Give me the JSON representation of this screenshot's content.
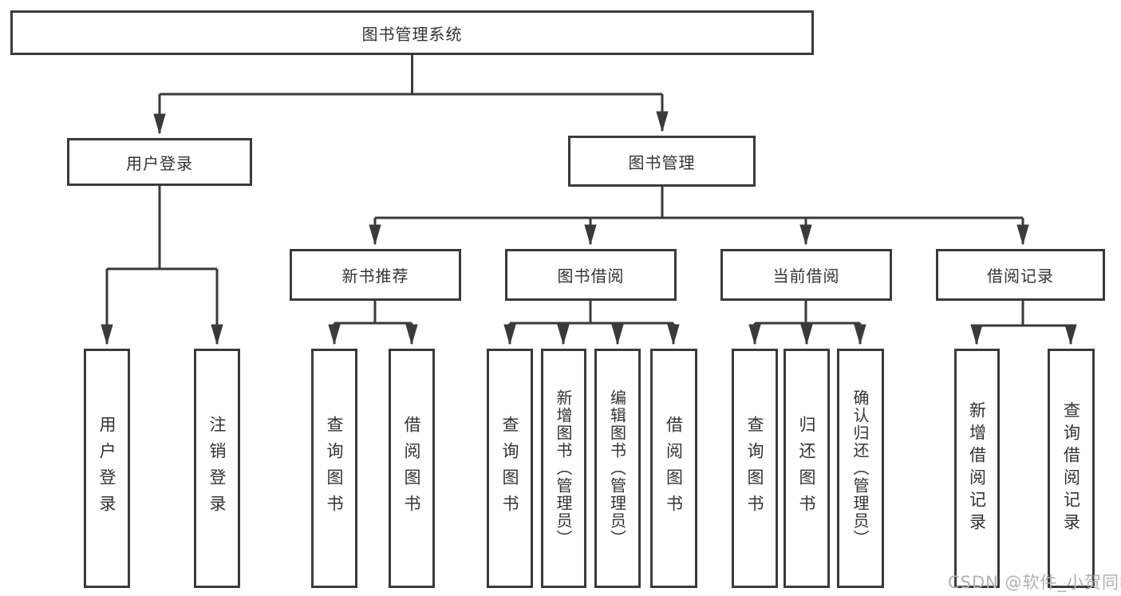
{
  "tree": {
    "root": {
      "label": "图书管理系统",
      "children": [
        {
          "label": "用户登录",
          "children": [
            {
              "label": "用户登录"
            },
            {
              "label": "注销登录"
            }
          ]
        },
        {
          "label": "图书管理",
          "children": [
            {
              "label": "新书推荐",
              "children": [
                {
                  "label": "查询图书"
                },
                {
                  "label": "借阅图书"
                }
              ]
            },
            {
              "label": "图书借阅",
              "children": [
                {
                  "label": "查询图书"
                },
                {
                  "label": "新增图书（管理员）"
                },
                {
                  "label": "编辑图书（管理员）"
                },
                {
                  "label": "借阅图书"
                }
              ]
            },
            {
              "label": "当前借阅",
              "children": [
                {
                  "label": "查询图书"
                },
                {
                  "label": "归还图书"
                },
                {
                  "label": "确认归还（管理员）"
                }
              ]
            },
            {
              "label": "借阅记录",
              "children": [
                {
                  "label": "新增借阅记录"
                },
                {
                  "label": "查询借阅记录"
                }
              ]
            }
          ]
        }
      ]
    }
  },
  "watermark": {
    "text": "CSDN @软件_小贺同学"
  },
  "colors": {
    "line": "#3a3a3a",
    "box_border": "#3a3a3a",
    "text": "#333333",
    "watermark": "#b0b0b0",
    "background": "#ffffff"
  }
}
